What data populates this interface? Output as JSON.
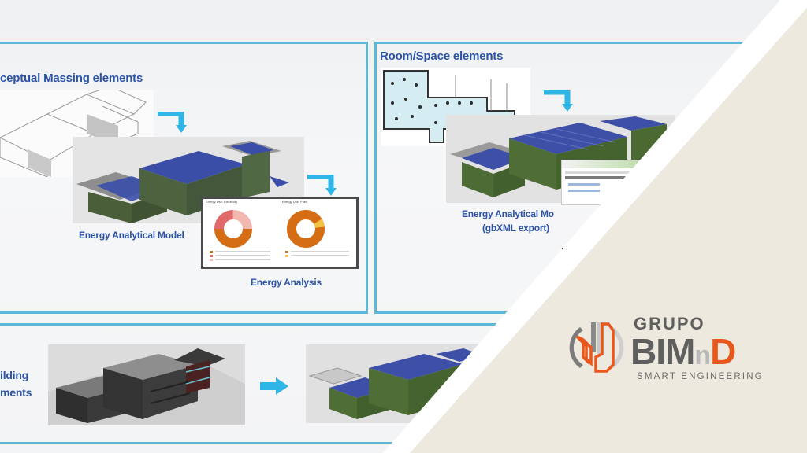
{
  "slide": {
    "panels": {
      "massing": {
        "title": "ceptual Massing elements",
        "model_caption": "Energy Analytical Model",
        "analysis_caption": "Energy Analysis",
        "charts": {
          "left_title": "Energy Use: Electricity",
          "right_title": "Energy Use: Fuel"
        }
      },
      "room": {
        "title": "Room/Space elements",
        "caption_line1": "Energy Analytical Mo",
        "caption_line2": "(gbXML export)"
      },
      "building": {
        "label_line1": "ilding",
        "label_line2": "ments"
      }
    },
    "colors": {
      "accent_line": "#5bb8d6",
      "title_text": "#2c53a6",
      "arrow": "#2fb5e6",
      "cream": "#ede9df",
      "logo_orange": "#e8581d",
      "logo_gray": "#5f5f5f"
    }
  },
  "logo": {
    "grupo": "GRUPO",
    "bim": "BIM",
    "n": "n",
    "d": "D",
    "tagline": "SMART ENGINEERING",
    "icon": "bimnd-logo-mark"
  }
}
